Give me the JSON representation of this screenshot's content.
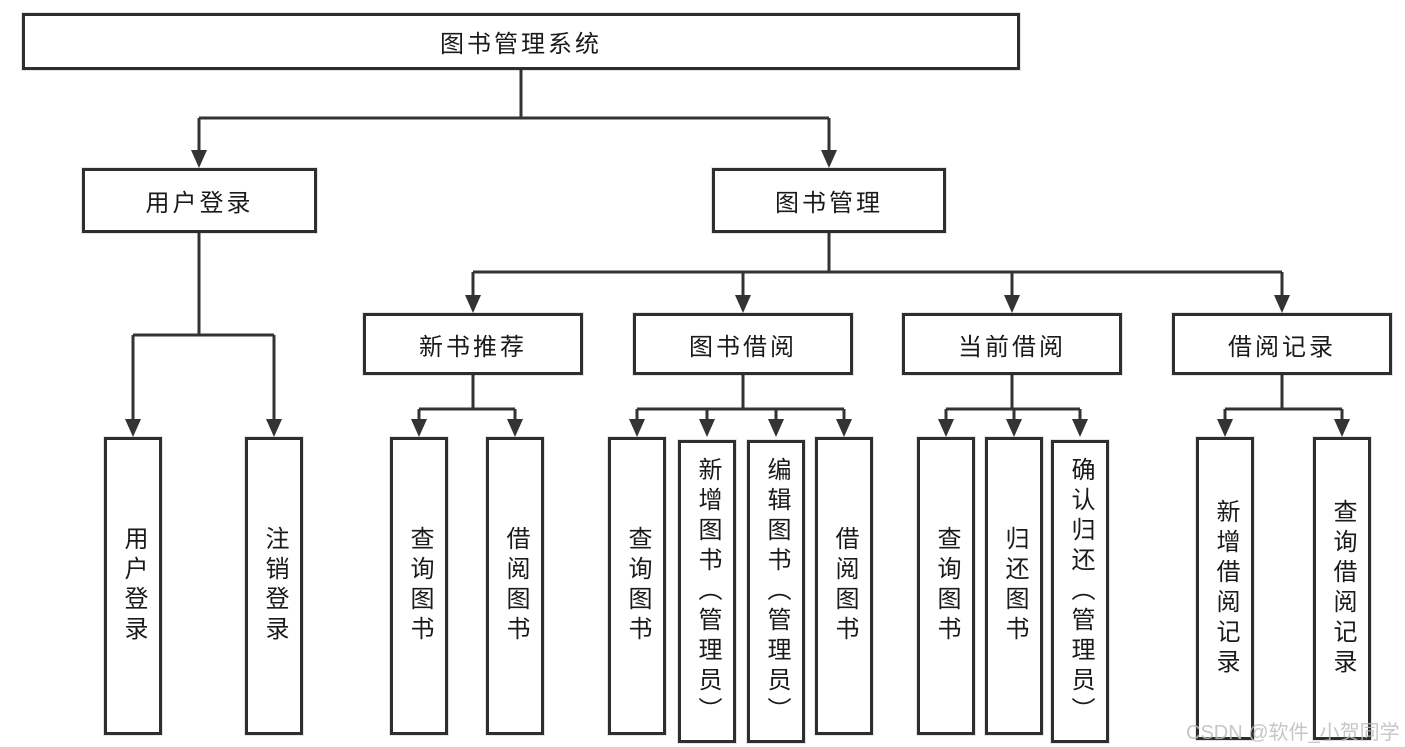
{
  "diagram": {
    "title": "图书管理系统",
    "level2": [
      {
        "label": "用户登录"
      },
      {
        "label": "图书管理"
      }
    ],
    "level3": [
      {
        "label": "新书推荐"
      },
      {
        "label": "图书借阅"
      },
      {
        "label": "当前借阅"
      },
      {
        "label": "借阅记录"
      }
    ],
    "leaves": [
      {
        "label": "用户登录"
      },
      {
        "label": "注销登录"
      },
      {
        "label": "查询图书"
      },
      {
        "label": "借阅图书"
      },
      {
        "label": "查询图书"
      },
      {
        "label": "新增图书（管理员）"
      },
      {
        "label": "编辑图书（管理员）"
      },
      {
        "label": "借阅图书"
      },
      {
        "label": "查询图书"
      },
      {
        "label": "归还图书"
      },
      {
        "label": "确认归还（管理员）"
      },
      {
        "label": "新增借阅记录"
      },
      {
        "label": "查询借阅记录"
      }
    ],
    "watermark": "CSDN @软件_小贺同学"
  },
  "colors": {
    "line": "#333333",
    "box_border": "#2e2e2e",
    "text": "#1a1a1a",
    "watermark": "#bdbdbd"
  }
}
